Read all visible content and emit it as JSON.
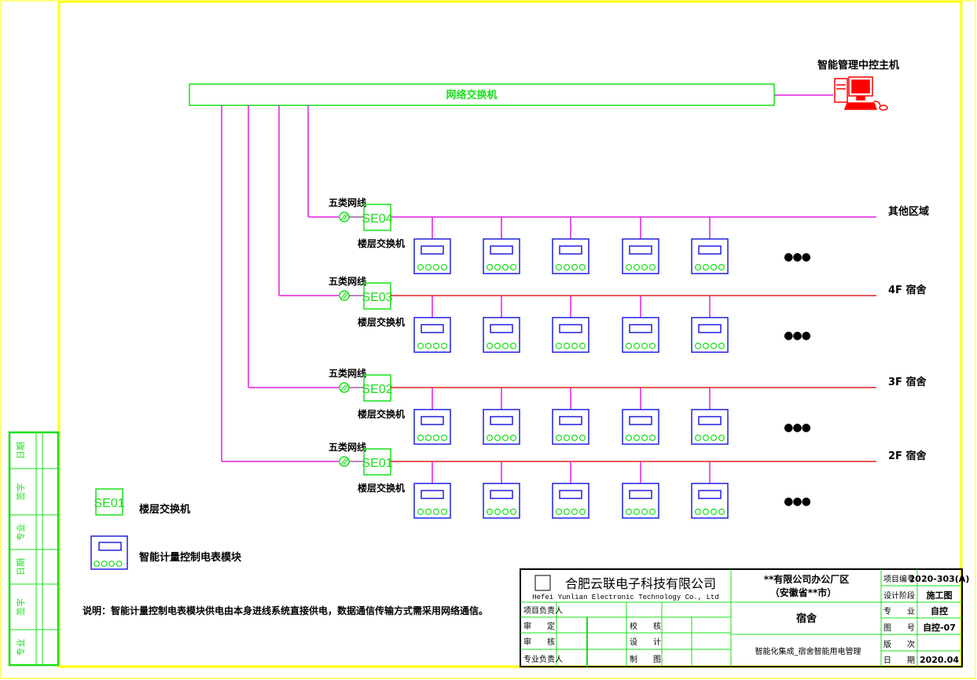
{
  "colors": {
    "frame": "#ffff00",
    "switch_box": "#19e019",
    "network_line": "#e020e0",
    "floor_line": "#e02020",
    "meter_box": "#2020e0",
    "meter_dots": "#19e019",
    "host_pc": "#ff0000"
  },
  "host": {
    "label": "智能管理中控主机"
  },
  "core_switch": {
    "label": "网络交换机"
  },
  "floors": [
    {
      "id": "SE04",
      "cable_label": "五类网线",
      "switch_label": "楼层交换机",
      "area_label": "其他区域",
      "line": "network",
      "meter_count": 5
    },
    {
      "id": "SE03",
      "cable_label": "五类网线",
      "switch_label": "楼层交换机",
      "area_label": "4F 宿舍",
      "line": "floor",
      "meter_count": 5
    },
    {
      "id": "SE02",
      "cable_label": "五类网线",
      "switch_label": "楼层交换机",
      "area_label": "3F 宿舍",
      "line": "floor",
      "meter_count": 5
    },
    {
      "id": "SE01",
      "cable_label": "五类网线",
      "switch_label": "楼层交换机",
      "area_label": "2F 宿舍",
      "line": "floor",
      "meter_count": 5
    }
  ],
  "ellipsis": "●●●",
  "legend": {
    "switch_symbol": "SE01",
    "switch_text": "楼层交换机",
    "meter_text": "智能计量控制电表模块"
  },
  "note": "说明：智能计量控制电表模块供电由本身进线系统直接供电，数据通信传输方式需采用网络通信。",
  "side_strip": [
    "日期",
    "签字",
    "专业",
    "日期",
    "签字",
    "专业"
  ],
  "title_block": {
    "company_cn": "合肥云联电子科技有限公司",
    "company_en": "Hefei Yunlian Electronic Technology Co., Ltd",
    "roles": [
      "项目负责人",
      "审　　定",
      "审　　核",
      "专业负责人"
    ],
    "roles2": [
      "校　　核",
      "设　　计",
      "制　　图"
    ],
    "project_line1": "**有限公司办公厂区",
    "project_line2": "（安徽省**市）",
    "drawing_name": "宿舍",
    "drawing_desc": "智能化集成_宿舍智能用电管理",
    "fields": [
      {
        "label": "项目编号",
        "value": "2020-303(A)"
      },
      {
        "label": "设计阶段",
        "value": "施工图"
      },
      {
        "label": "专　　业",
        "value": "自控"
      },
      {
        "label": "图　　号",
        "value": "自控-07"
      },
      {
        "label": "版　　次",
        "value": ""
      },
      {
        "label": "日　　期",
        "value": "2020.04"
      }
    ]
  }
}
